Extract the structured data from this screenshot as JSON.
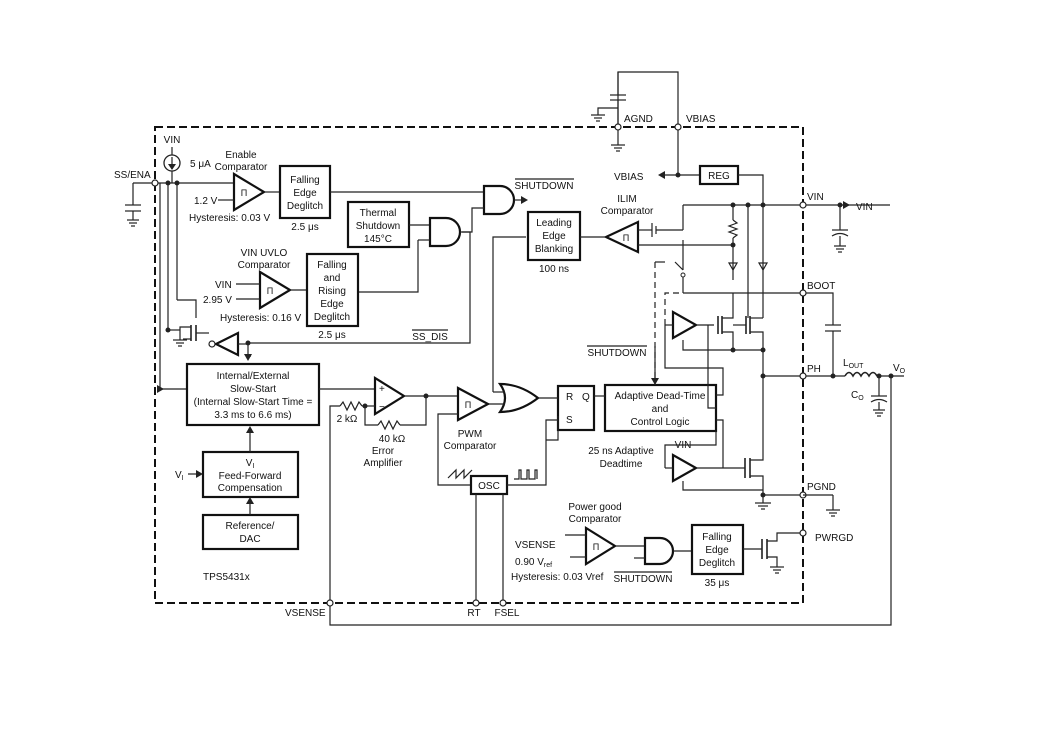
{
  "pins": {
    "ss_ena": "SS/ENA",
    "agnd": "AGND",
    "vbias": "VBIAS",
    "vin": "VIN",
    "boot": "BOOT",
    "ph": "PH",
    "pgnd": "PGND",
    "pwrgd": "PWRGD",
    "vsense": "VSENSE",
    "rt": "RT",
    "fsel": "FSEL"
  },
  "external": {
    "vin": "VIN",
    "lout": "L",
    "lout_sub": "OUT",
    "vo": "V",
    "vo_sub": "O",
    "co": "C",
    "co_sub": "O"
  },
  "labels": {
    "vin_top": "VIN",
    "current_source": "5 μA",
    "enable_comp_1": "Enable",
    "enable_comp_2": "Comparator",
    "enable_ref": "1.2 V",
    "enable_hyst": "Hysteresis: 0.03 V",
    "fall_edge_1_a": "Falling",
    "fall_edge_1_b": "Edge",
    "fall_edge_1_c": "Deglitch",
    "fall_edge_1_time": "2.5 μs",
    "shutdown_top": "SHUTDOWN",
    "thermal_a": "Thermal",
    "thermal_b": "Shutdown",
    "thermal_c": "145°C",
    "uvlo_a": "VIN UVLO",
    "uvlo_b": "Comparator",
    "uvlo_vin": "VIN",
    "uvlo_ref": "2.95 V",
    "uvlo_hyst": "Hysteresis: 0.16 V",
    "fr_a": "Falling",
    "fr_b": "and",
    "fr_c": "Rising",
    "fr_d": "Edge",
    "fr_e": "Deglitch",
    "fr_time": "2.5 μs",
    "ss_dis": "SS_DIS",
    "vbias_int": "VBIAS",
    "reg": "REG",
    "ilim_a": "ILIM",
    "ilim_b": "Comparator",
    "leb_a": "Leading",
    "leb_b": "Edge",
    "leb_c": "Blanking",
    "leb_time": "100 ns",
    "ss_a": "Internal/External",
    "ss_b": "Slow-Start",
    "ss_c": "(Internal Slow-Start Time =",
    "ss_d": "3.3 ms to 6.6 ms)",
    "r_2k": "2 kΩ",
    "r_40k": "40 kΩ",
    "ea_a": "Error",
    "ea_b": "Amplifier",
    "pwm_a": "PWM",
    "pwm_b": "Comparator",
    "shutdown_mid": "SHUTDOWN",
    "ff_v": "V",
    "ff_sub": "I",
    "ff_b": "Feed-Forward",
    "ff_c": "Compensation",
    "vi": "V",
    "vi_sub": "I",
    "ref_a": "Reference/",
    "ref_b": "DAC",
    "osc": "OSC",
    "latch_r": "R",
    "latch_q": "Q",
    "latch_s": "S",
    "adt_a": "Adaptive Dead-Time",
    "adt_b": "and",
    "adt_c": "Control Logic",
    "dt_a": "25 ns Adaptive",
    "dt_b": "Deadtime",
    "vin_low": "VIN",
    "pg_a": "Power good",
    "pg_b": "Comparator",
    "pg_vsense": "VSENSE",
    "pg_ref": "0.90 V",
    "pg_ref_sub": "ref",
    "pg_hyst": "Hysteresis: 0.03 Vref",
    "shutdown_bottom": "SHUTDOWN",
    "pg_fe_a": "Falling",
    "pg_fe_b": "Edge",
    "pg_fe_c": "Deglitch",
    "pg_fe_time": "35 μs",
    "part": "TPS5431x",
    "comp_sym": "Π"
  }
}
